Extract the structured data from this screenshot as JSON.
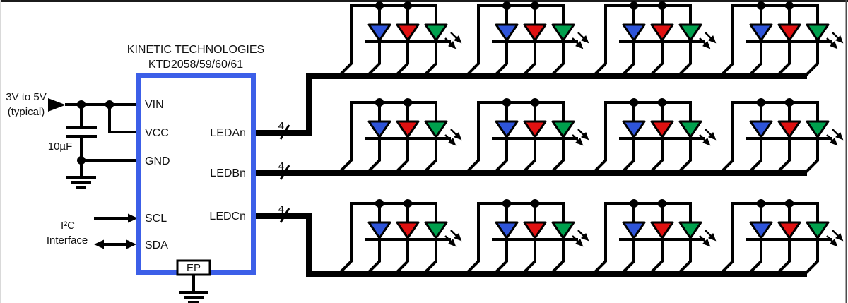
{
  "supply": {
    "line1": "3V to 5V",
    "line2": "(typical)",
    "capacitor_value": "10µF"
  },
  "i2c": {
    "line1": "I²C",
    "line2": "Interface"
  },
  "ic": {
    "title_line1": "KINETIC TECHNOLOGIES",
    "title_line2": "KTD2058/59/60/61",
    "title_color": "#3E68EC",
    "border_color": "#3C5FE8",
    "left_pins": [
      "VIN",
      "VCC",
      "GND",
      "SCL",
      "SDA"
    ],
    "right_pins": [
      "LEDAn",
      "LEDBn",
      "LEDCn"
    ],
    "exposed_pad": "EP"
  },
  "buses": [
    {
      "pin": "LEDAn",
      "label": "4"
    },
    {
      "pin": "LEDBn",
      "label": "4"
    },
    {
      "pin": "LEDCn",
      "label": "4"
    }
  ],
  "led_array": {
    "rows": 3,
    "groups_per_row": 4,
    "leds_per_group": [
      "blue",
      "red",
      "green"
    ],
    "colors": {
      "blue": "#2E54D9",
      "red": "#E01111",
      "green": "#00A04D"
    }
  },
  "wire_color": "#000000"
}
